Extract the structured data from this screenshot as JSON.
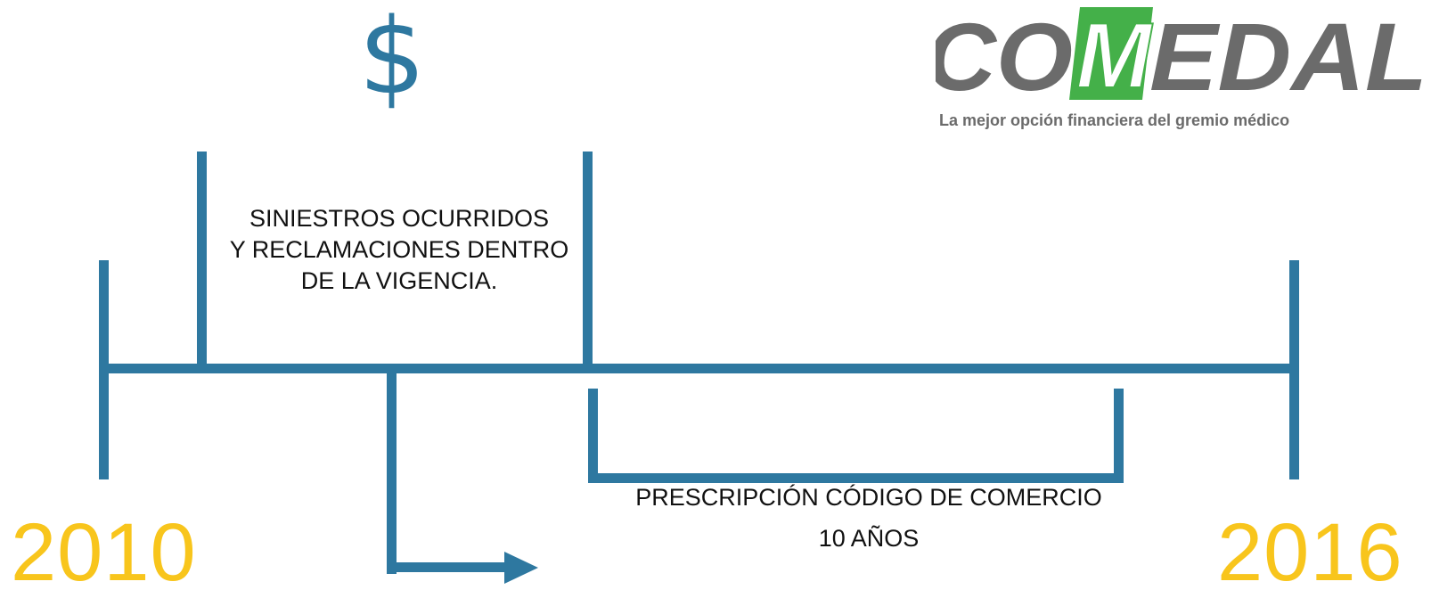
{
  "logo": {
    "letters_left": "CO",
    "letter_mid": "M",
    "letters_right": "EDAL",
    "tagline": "La mejor opción financiera del gremio médico",
    "colors": {
      "text": "#6b6b6b",
      "box": "#44b049"
    }
  },
  "icon": {
    "symbol": "$",
    "name": "dollar-icon"
  },
  "timeline": {
    "start_year": "2010",
    "end_year": "2016",
    "coverage_text_lines": [
      "SINIESTROS OCURRIDOS",
      "Y RECLAMACIONES DENTRO",
      "DE LA VIGENCIA."
    ],
    "prescription_title": "PRESCRIPCIÓN CÓDIGO DE COMERCIO",
    "prescription_period": "10 AÑOS"
  },
  "colors": {
    "line": "#2e78a0",
    "year": "#f8c51c",
    "text": "#111111"
  }
}
